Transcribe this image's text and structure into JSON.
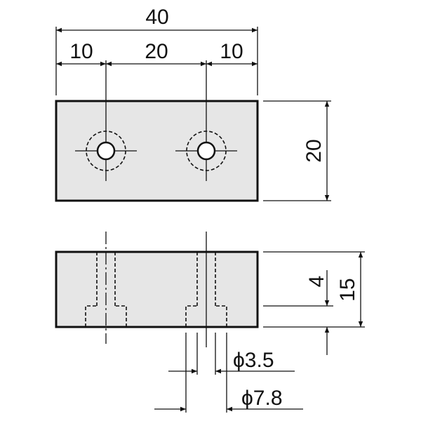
{
  "dimensions": {
    "overall_width": "40",
    "left_offset": "10",
    "hole_spacing": "20",
    "right_offset": "10",
    "plan_height": "20",
    "counterbore_depth": "4",
    "side_height": "15",
    "through_hole": "ϕ3.5",
    "counterbore_dia": "ϕ7.8"
  }
}
